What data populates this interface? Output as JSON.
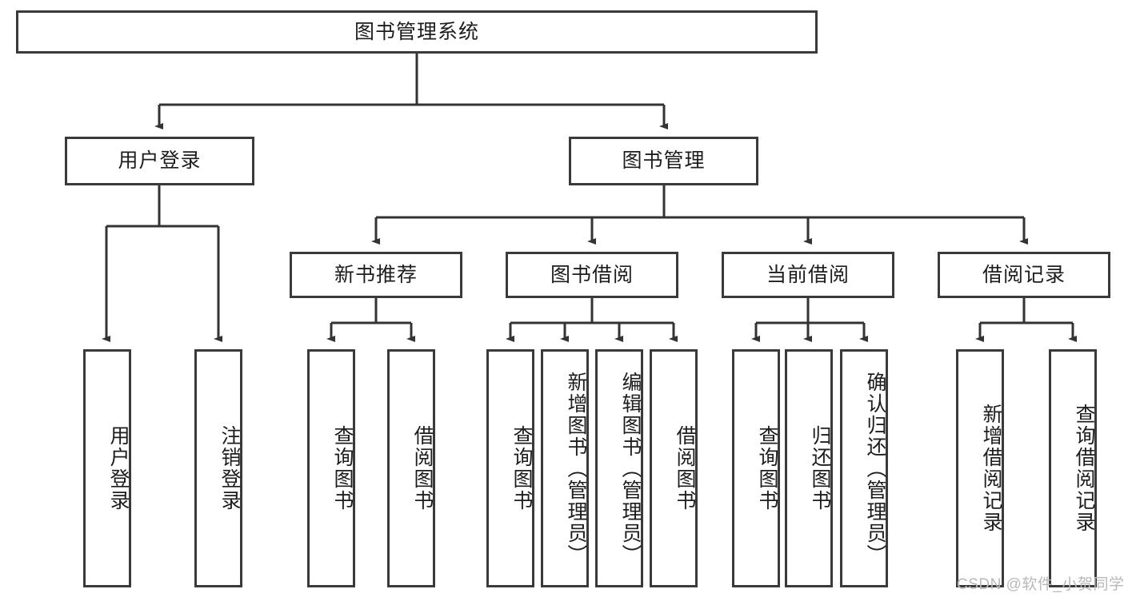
{
  "diagram": {
    "title_node": {
      "label": "图书管理系统"
    },
    "level2": [
      {
        "label": "用户登录"
      },
      {
        "label": "图书管理"
      }
    ],
    "level3": [
      {
        "label": "新书推荐"
      },
      {
        "label": "图书借阅"
      },
      {
        "label": "当前借阅"
      },
      {
        "label": "借阅记录"
      }
    ],
    "leaves": {
      "user_login": [
        {
          "label": "用户登录"
        },
        {
          "label": "注销登录"
        }
      ],
      "new_book_recommend": [
        {
          "label": "查询图书"
        },
        {
          "label": "借阅图书"
        }
      ],
      "book_borrow": [
        {
          "label": "查询图书"
        },
        {
          "label": "新增图书（管理员）"
        },
        {
          "label": "编辑图书（管理员）"
        },
        {
          "label": "借阅图书"
        }
      ],
      "current_borrow": [
        {
          "label": "查询图书"
        },
        {
          "label": "归还图书"
        },
        {
          "label": "确认归还（管理员）"
        }
      ],
      "borrow_record": [
        {
          "label": "新增借阅记录"
        },
        {
          "label": "查询借阅记录"
        }
      ]
    }
  },
  "watermark": {
    "text": "CSDN @软件_小贺同学"
  },
  "colors": {
    "stroke": "#3a3a3a",
    "background": "#ffffff",
    "text": "#1d1d1d",
    "watermark": "#b9b9b9"
  }
}
